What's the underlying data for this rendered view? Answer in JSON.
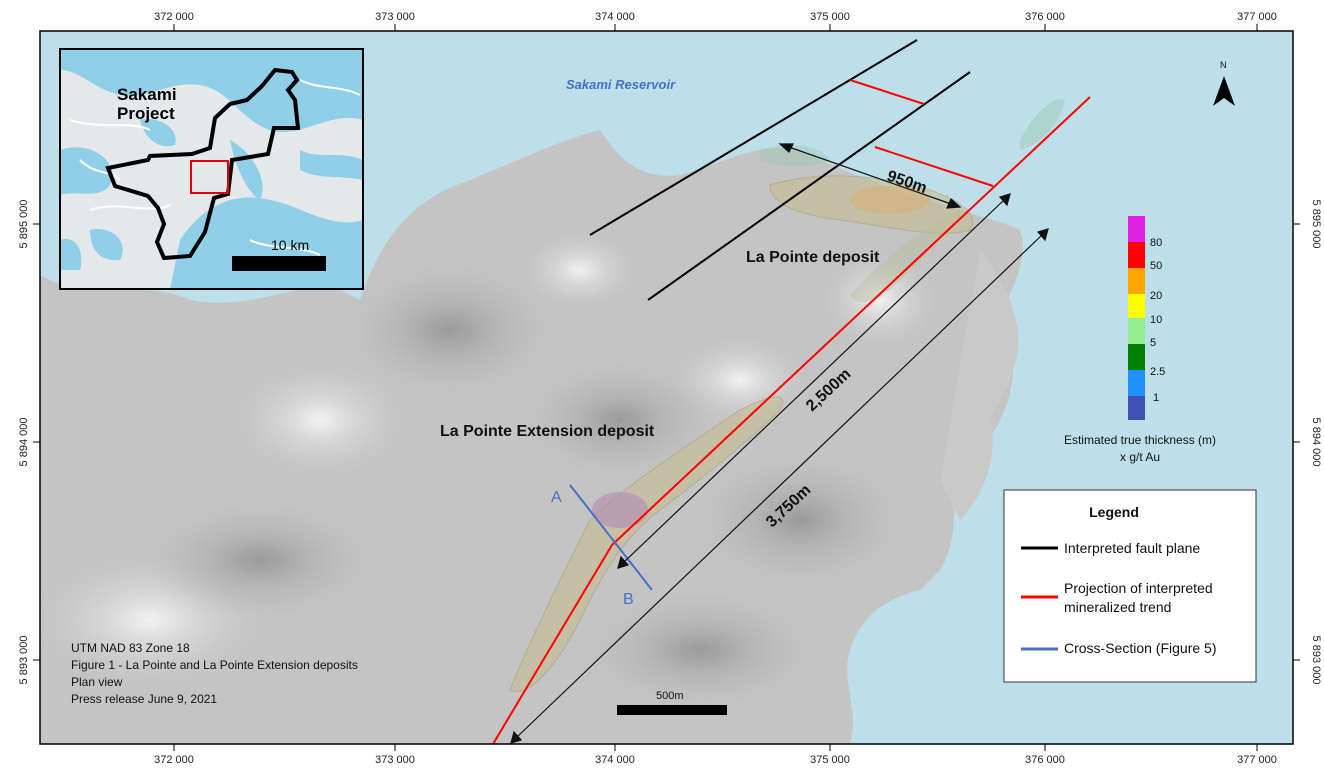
{
  "map": {
    "reservoir_label": "Sakami Reservoir",
    "deposit_labels": [
      "La Pointe deposit",
      "La Pointe Extension deposit"
    ],
    "section_endpoints": [
      "A",
      "B"
    ],
    "distances": [
      "950m",
      "2,500m",
      "3,750m"
    ],
    "north_arrow": "N",
    "scale_bar": "500m",
    "notes": [
      "UTM NAD 83 Zone 18",
      "Figure 1 - La Pointe and  La Pointe Extension deposits",
      "Plan view",
      "Press release June 9, 2021"
    ],
    "x_ticks": [
      "372 000",
      "373 000",
      "374 000",
      "375 000",
      "376 000",
      "377 000"
    ],
    "y_ticks": [
      "5 895 000",
      "5 894 000",
      "5 893 000"
    ]
  },
  "inset": {
    "title_line1": "Sakami",
    "title_line2": "Project",
    "scale_label": "10 km"
  },
  "color_scale": {
    "labels": [
      "80",
      "50",
      "20",
      "10",
      "5",
      "2.5",
      "1"
    ],
    "colors": [
      "#e020e0",
      "#ff0000",
      "#ffa500",
      "#ffff00",
      "#90ee90",
      "#008000",
      "#1e90ff",
      "#3f51b5"
    ],
    "title_line1": "Estimated true thickness (m)",
    "title_line2": "x g/t Au"
  },
  "legend": {
    "title": "Legend",
    "items": [
      {
        "label_lines": [
          "Interpreted  fault plane"
        ],
        "color": "#000000"
      },
      {
        "label_lines": [
          "Projection of interpreted",
          "mineralized  trend"
        ],
        "color": "#ff0000"
      },
      {
        "label_lines": [
          "Cross-Section (Figure 5)"
        ],
        "color": "#4472c4"
      }
    ]
  }
}
